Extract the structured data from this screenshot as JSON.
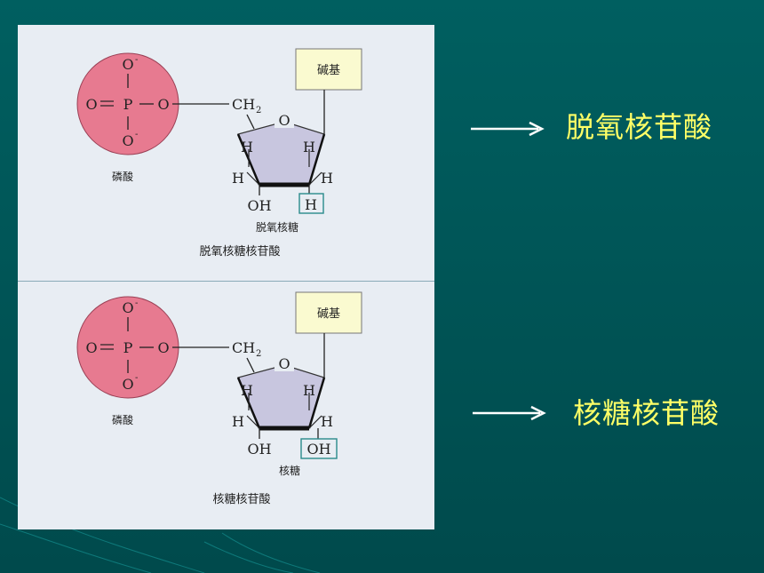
{
  "colors": {
    "background": "#00595a",
    "panel": "#e8edf3",
    "phosphate": "#e77a90",
    "sugar": "#c8c6df",
    "base_box": "#fafad0",
    "highlight_box": "#2a8a8a",
    "label_text": "#ffff66"
  },
  "top": {
    "phosphate": {
      "o_top": "O",
      "o_left": "O",
      "p": "P",
      "o_right": "O",
      "o_bottom": "O",
      "charge": "-"
    },
    "phosphate_label": "磷酸",
    "ch2": "CH",
    "ch2_sub": "2",
    "ring_o": "O",
    "base": "碱基",
    "h_ul": "H",
    "h_ur": "H",
    "h_ll": "H",
    "h_lr": "H",
    "oh": "OH",
    "c2_group": "H",
    "sugar_name": "脱氧核糖",
    "nucleotide_name": "脱氧核糖核苷酸"
  },
  "bottom": {
    "phosphate": {
      "o_top": "O",
      "o_left": "O",
      "p": "P",
      "o_right": "O",
      "o_bottom": "O",
      "charge": "-"
    },
    "phosphate_label": "磷酸",
    "ch2": "CH",
    "ch2_sub": "2",
    "ring_o": "O",
    "base": "碱基",
    "h_ul": "H",
    "h_ur": "H",
    "h_ll": "H",
    "h_lr": "H",
    "oh": "OH",
    "c2_group": "OH",
    "sugar_name": "核糖",
    "nucleotide_name": "核糖核苷酸"
  },
  "right_labels": {
    "top": "脱氧核苷酸",
    "bottom": "核糖核苷酸"
  }
}
